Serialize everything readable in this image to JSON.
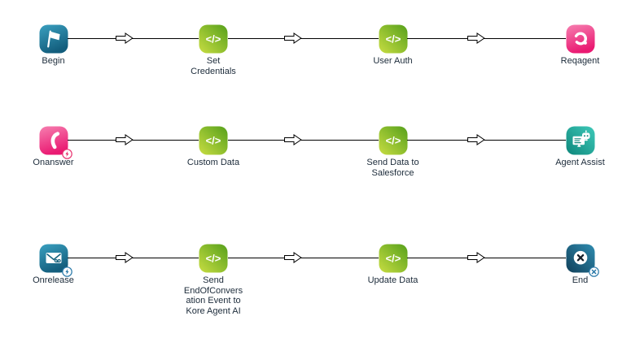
{
  "app": {
    "background": "#ffffff"
  },
  "palette": {
    "line": "#000000",
    "label_text": "#1c2b3a",
    "teal_from": "#3aa0c0",
    "teal_to": "#135e7d",
    "green_from": "#c8dd42",
    "green_to": "#56a01b",
    "pink_from": "#f67fb0",
    "pink_to": "#ea1a72",
    "aqua_from": "#3ec9b9",
    "aqua_to": "#0e877b",
    "navy_from": "#2f8cb0",
    "navy_to": "#11405a",
    "badge_pink": "#e8336f",
    "badge_blue": "#2878a8"
  },
  "flow": {
    "code_glyph": "</>",
    "rows": [
      {
        "nodes": [
          {
            "label": "Begin",
            "icon": "flag-icon"
          },
          {
            "label": "Set Credentials",
            "icon": "code-icon"
          },
          {
            "label": "User Auth",
            "icon": "code-icon"
          },
          {
            "label": "Reqagent",
            "icon": "headset-icon"
          }
        ]
      },
      {
        "nodes": [
          {
            "label": "Onanswer",
            "icon": "phone-icon",
            "badge": "lightning"
          },
          {
            "label": "Custom Data",
            "icon": "code-icon"
          },
          {
            "label": "Send Data to Salesforce",
            "icon": "code-icon"
          },
          {
            "label": "Agent Assist",
            "icon": "agent-monitor-icon"
          }
        ]
      },
      {
        "nodes": [
          {
            "label": "Onrelease",
            "icon": "voicemail-envelope-icon",
            "badge": "lightning"
          },
          {
            "label": "Send EndOfConversation Event to Kore Agent AI",
            "icon": "code-icon"
          },
          {
            "label": "Update Data",
            "icon": "code-icon"
          },
          {
            "label": "End",
            "icon": "end-x-icon",
            "badge": "x"
          }
        ]
      }
    ]
  }
}
